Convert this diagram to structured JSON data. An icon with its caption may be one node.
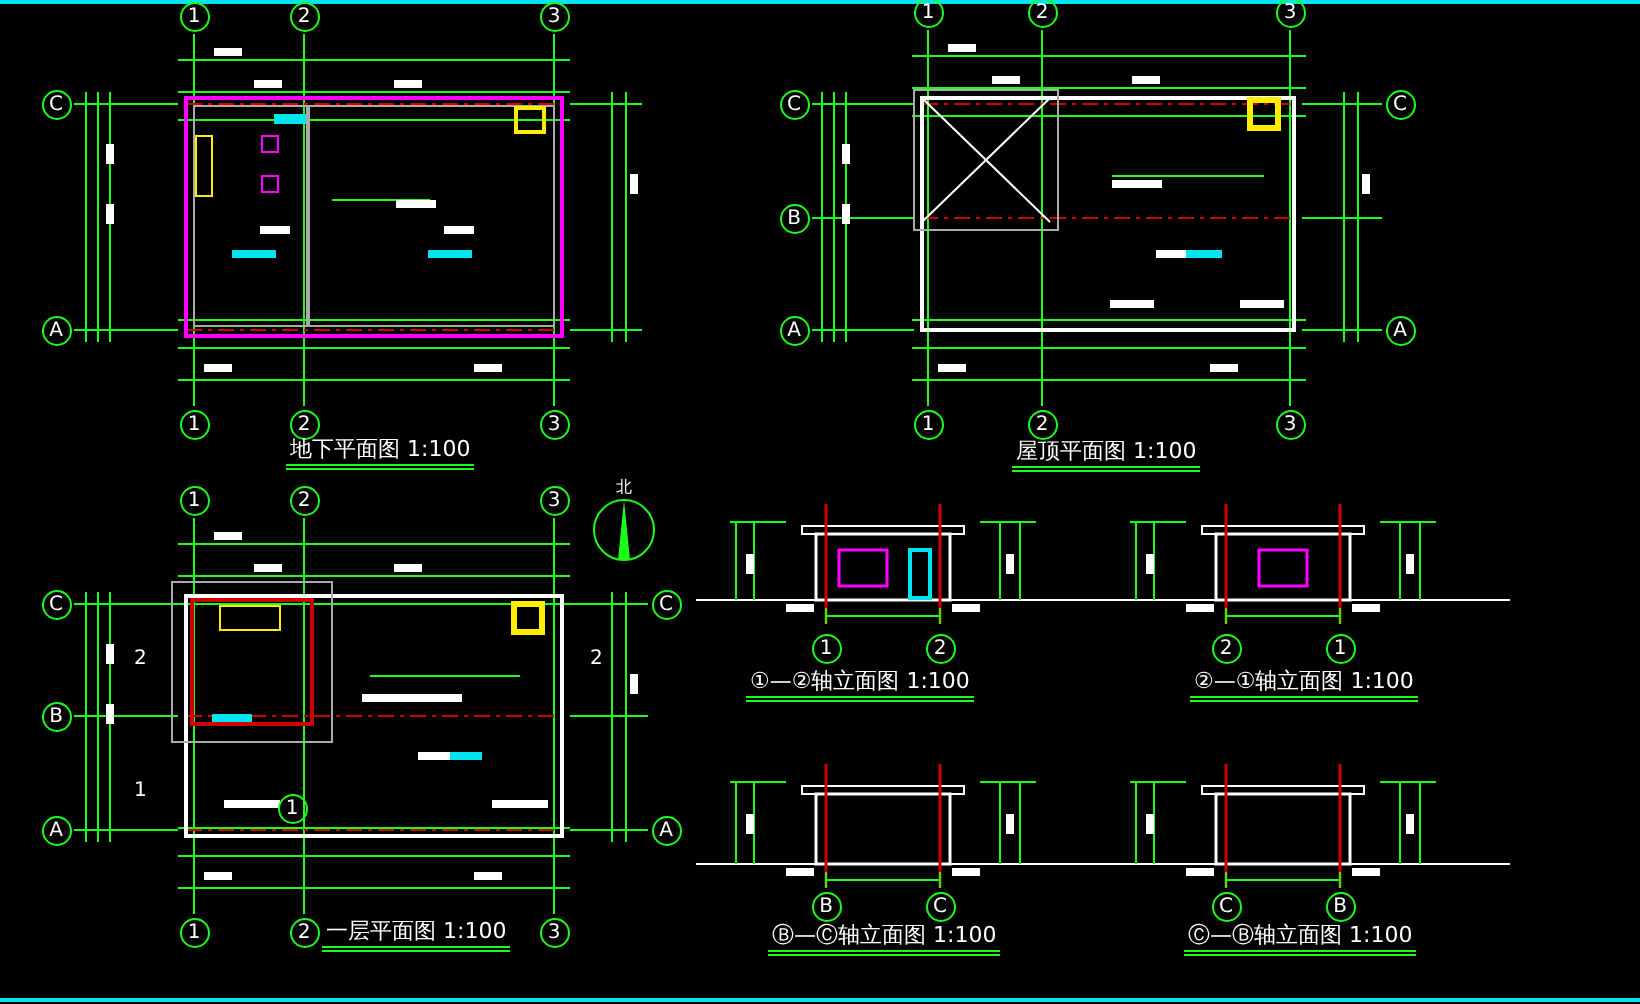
{
  "diagram": {
    "labels": [
      "1",
      "2",
      "3",
      "C",
      "A",
      "1",
      "2",
      "3",
      "地下平面图 1:100",
      "1",
      "2",
      "3",
      "C",
      "B",
      "A",
      "C",
      "A",
      "1",
      "2",
      "3",
      "屋顶平面图 1:100",
      "北",
      "1",
      "2",
      "3",
      "C",
      "B",
      "A",
      "2",
      "1",
      "C",
      "2",
      "A",
      "1",
      "1",
      "2",
      "3",
      "一层平面图 1:100",
      "1",
      "2",
      "①—②轴立面图 1:100",
      "2",
      "1",
      "②—①轴立面图 1:100",
      "B",
      "C",
      "Ⓑ—Ⓒ轴立面图 1:100",
      "C",
      "B",
      "Ⓒ—Ⓑ轴立面图 1:100"
    ]
  }
}
